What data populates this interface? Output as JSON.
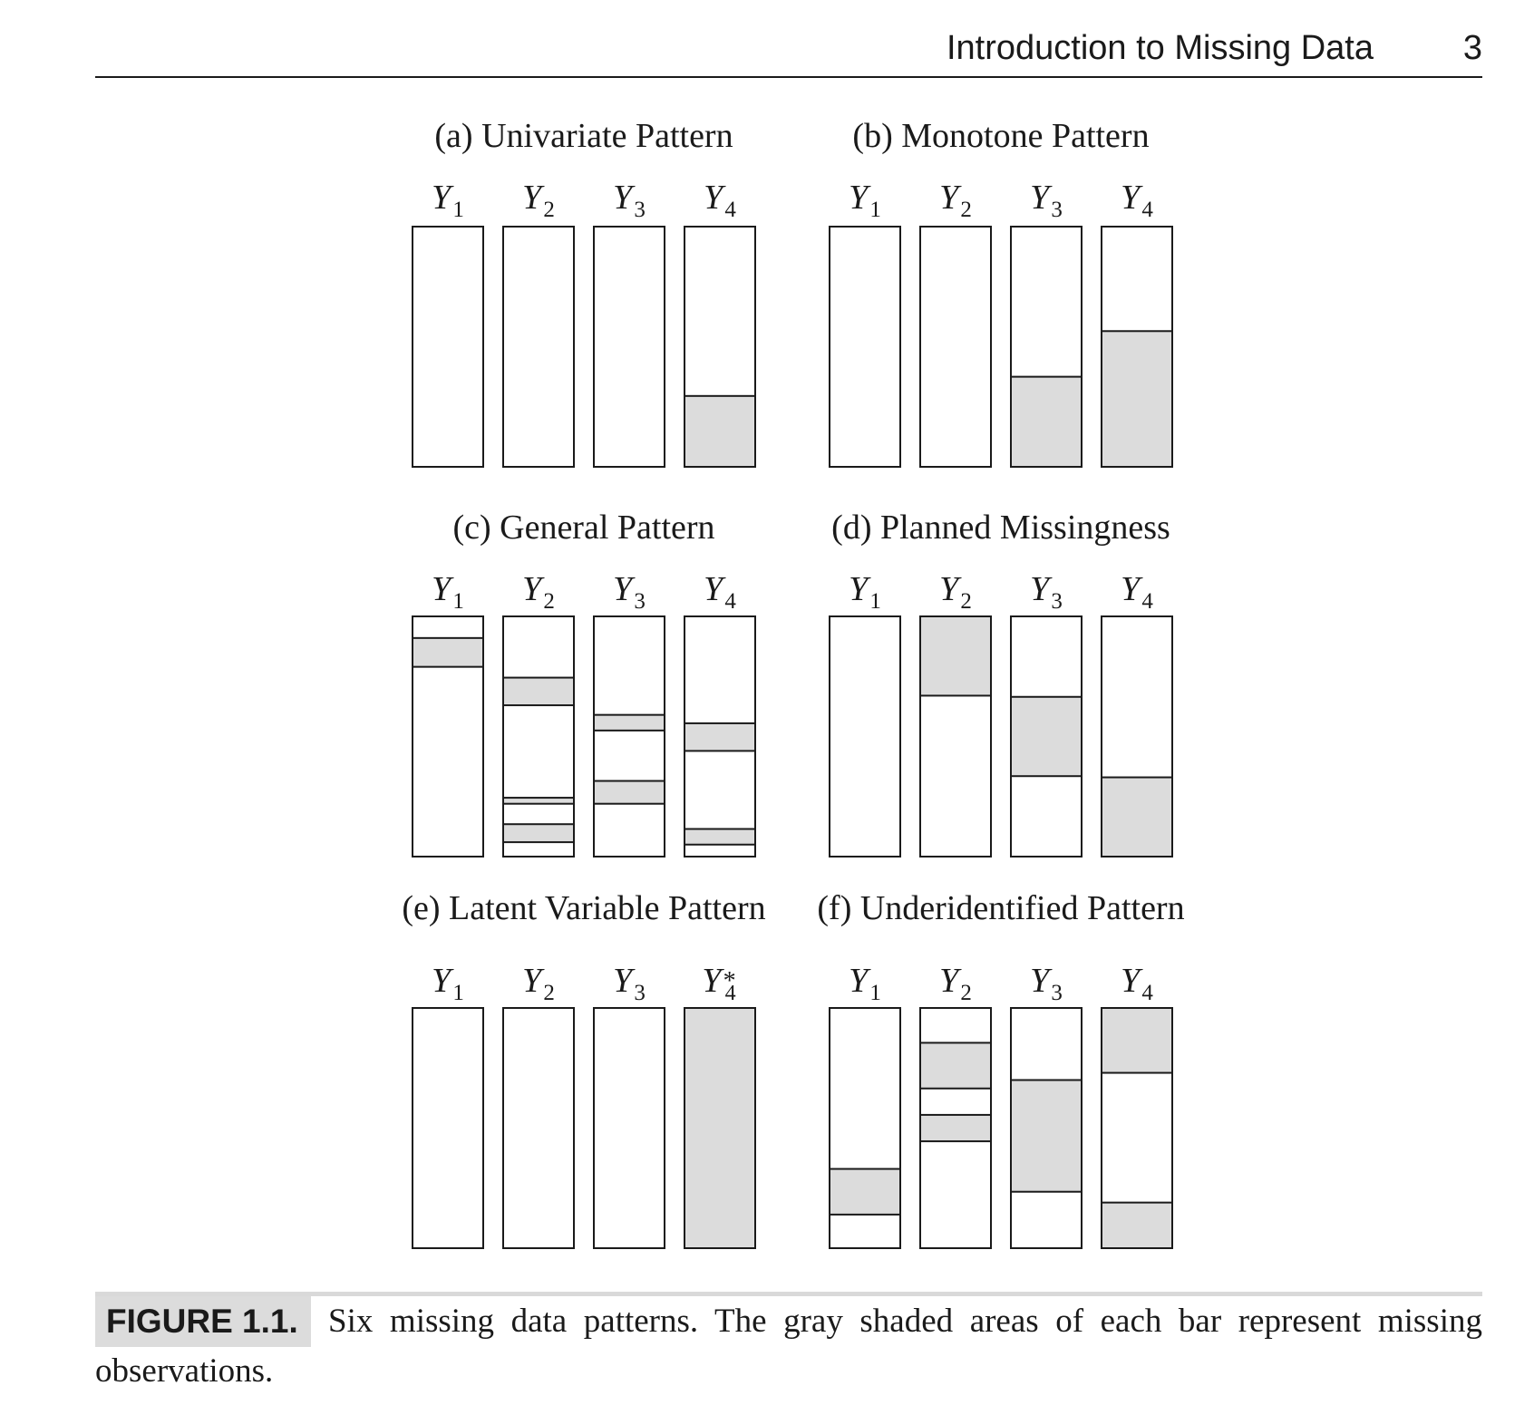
{
  "header": {
    "running_title": "Introduction to Missing Data",
    "page_number": "3"
  },
  "colors": {
    "missing": "#dcdcdc",
    "observed": "#ffffff",
    "stroke": "#1a1a1a"
  },
  "panels": [
    {
      "title": "(a) Univariate Pattern",
      "variables": [
        {
          "base": "Y",
          "sub": "1"
        },
        {
          "base": "Y",
          "sub": "2"
        },
        {
          "base": "Y",
          "sub": "3"
        },
        {
          "base": "Y",
          "sub": "4"
        }
      ],
      "missing": [
        [],
        [],
        [],
        [
          [
            0.705,
            1
          ]
        ]
      ]
    },
    {
      "title": "(b) Monotone Pattern",
      "variables": [
        {
          "base": "Y",
          "sub": "1"
        },
        {
          "base": "Y",
          "sub": "2"
        },
        {
          "base": "Y",
          "sub": "3"
        },
        {
          "base": "Y",
          "sub": "4"
        }
      ],
      "missing": [
        [],
        [],
        [
          [
            0.625,
            1
          ]
        ],
        [
          [
            0.435,
            1
          ]
        ]
      ]
    },
    {
      "title": "(c) General Pattern",
      "variables": [
        {
          "base": "Y",
          "sub": "1"
        },
        {
          "base": "Y",
          "sub": "2"
        },
        {
          "base": "Y",
          "sub": "3"
        },
        {
          "base": "Y",
          "sub": "4"
        }
      ],
      "missing": [
        [
          [
            0.09,
            0.21
          ]
        ],
        [
          [
            0.255,
            0.37
          ],
          [
            0.755,
            0.78
          ],
          [
            0.865,
            0.94
          ]
        ],
        [
          [
            0.41,
            0.475
          ],
          [
            0.685,
            0.78
          ]
        ],
        [
          [
            0.445,
            0.56
          ],
          [
            0.885,
            0.95
          ]
        ]
      ]
    },
    {
      "title": "(d) Planned Missingness",
      "variables": [
        {
          "base": "Y",
          "sub": "1"
        },
        {
          "base": "Y",
          "sub": "2"
        },
        {
          "base": "Y",
          "sub": "3"
        },
        {
          "base": "Y",
          "sub": "4"
        }
      ],
      "missing": [
        [],
        [
          [
            0,
            0.33
          ]
        ],
        [
          [
            0.335,
            0.665
          ]
        ],
        [
          [
            0.67,
            1
          ]
        ]
      ]
    },
    {
      "title": "(e) Latent Variable Pattern",
      "variables": [
        {
          "base": "Y",
          "sub": "1"
        },
        {
          "base": "Y",
          "sub": "2"
        },
        {
          "base": "Y",
          "sub": "3"
        },
        {
          "base": "Y",
          "sub": "4",
          "sup": "*"
        }
      ],
      "missing": [
        [],
        [],
        [],
        [
          [
            0,
            1
          ]
        ]
      ]
    },
    {
      "title": "(f) Underidentified Pattern",
      "variables": [
        {
          "base": "Y",
          "sub": "1"
        },
        {
          "base": "Y",
          "sub": "2"
        },
        {
          "base": "Y",
          "sub": "3"
        },
        {
          "base": "Y",
          "sub": "4"
        }
      ],
      "missing": [
        [
          [
            0.67,
            0.86
          ]
        ],
        [
          [
            0.145,
            0.335
          ],
          [
            0.445,
            0.555
          ]
        ],
        [
          [
            0.3,
            0.765
          ]
        ],
        [
          [
            0,
            0.27
          ],
          [
            0.81,
            1
          ]
        ]
      ]
    }
  ],
  "caption": {
    "label": "FIGURE 1.1.",
    "text": "Six missing data patterns. The gray shaded areas of each bar represent missing",
    "continuation": "observations."
  }
}
